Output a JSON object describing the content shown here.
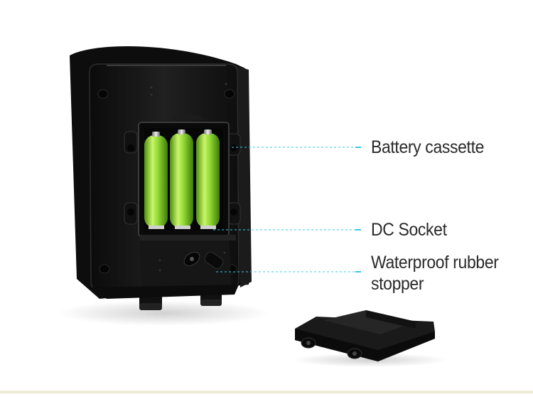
{
  "callouts": [
    {
      "text": "Battery cassette"
    },
    {
      "text": "DC Socket"
    },
    {
      "text_line1": "Waterproof rubber",
      "text_line2": "stopper"
    }
  ],
  "colors": {
    "accent_cyan": "#39c8e8",
    "battery_green": "#9fe03a",
    "device_black": "#141414"
  }
}
